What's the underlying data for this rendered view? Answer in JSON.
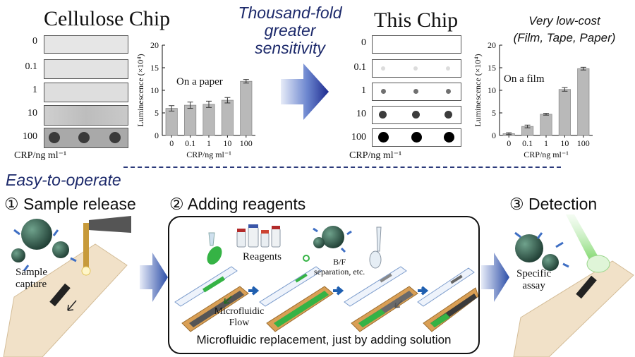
{
  "top_left": {
    "title": "Cellulose Chip",
    "strip_labels": [
      "0",
      "0.1",
      "1",
      "10",
      "100"
    ],
    "x_unit_label": "CRP/ng ml⁻¹",
    "annotation": "On a paper"
  },
  "middle": {
    "headline_lines": [
      "Thousand-fold",
      "greater",
      "sensitivity"
    ]
  },
  "top_right": {
    "title": "This Chip",
    "strip_labels": [
      "0",
      "0.1",
      "1",
      "10",
      "100"
    ],
    "x_unit_label": "CRP/ng ml⁻¹",
    "annotation": "On a film",
    "cost_lines": [
      "Very low-cost",
      "(Film, Tape, Paper)"
    ]
  },
  "chart_data": [
    {
      "type": "bar",
      "categories": [
        "0",
        "0.1",
        "1",
        "10",
        "100"
      ],
      "values": [
        6,
        6.7,
        6.9,
        7.8,
        12
      ],
      "errors": [
        0.6,
        0.7,
        0.7,
        0.6,
        0.4
      ],
      "ylabel": "Luminescence (×10⁴)",
      "xlabel": "CRP/ng ml⁻¹",
      "yticks": [
        "0",
        "5",
        "10",
        "15",
        "20"
      ],
      "ylim": [
        0,
        20
      ],
      "grid": false
    },
    {
      "type": "bar",
      "categories": [
        "0",
        "0.1",
        "1",
        "10",
        "100"
      ],
      "values": [
        0.4,
        2,
        4.7,
        10.2,
        14.8
      ],
      "errors": [
        0.2,
        0.3,
        0.2,
        0.4,
        0.3
      ],
      "ylabel": "Luminescence (×10⁴)",
      "xlabel": "CRP/ng ml⁻¹",
      "yticks": [
        "0",
        "5",
        "10",
        "15",
        "20"
      ],
      "ylim": [
        0,
        20
      ],
      "grid": false
    }
  ],
  "bottom": {
    "section_title": "Easy-to-operate",
    "step1": "① Sample release",
    "step2": "② Adding reagents",
    "step3": "③ Detection",
    "sample_capture_lines": [
      "Sample",
      "capture"
    ],
    "reagents_label": "Reagents",
    "bf_lines": [
      "B/F",
      "separation, etc."
    ],
    "microfluidic_lines": [
      "Microfluidic",
      "Flow"
    ],
    "caption": "Microfluidic replacement, just by adding solution",
    "specific_lines": [
      "Specific",
      "assay"
    ]
  },
  "colors": {
    "navy": "#1d2a6b",
    "arrow_blue": "#2d4ea8",
    "bar_gray": "#b9b9b9",
    "green": "#2fa83a",
    "wood": "#f1e1c8"
  }
}
